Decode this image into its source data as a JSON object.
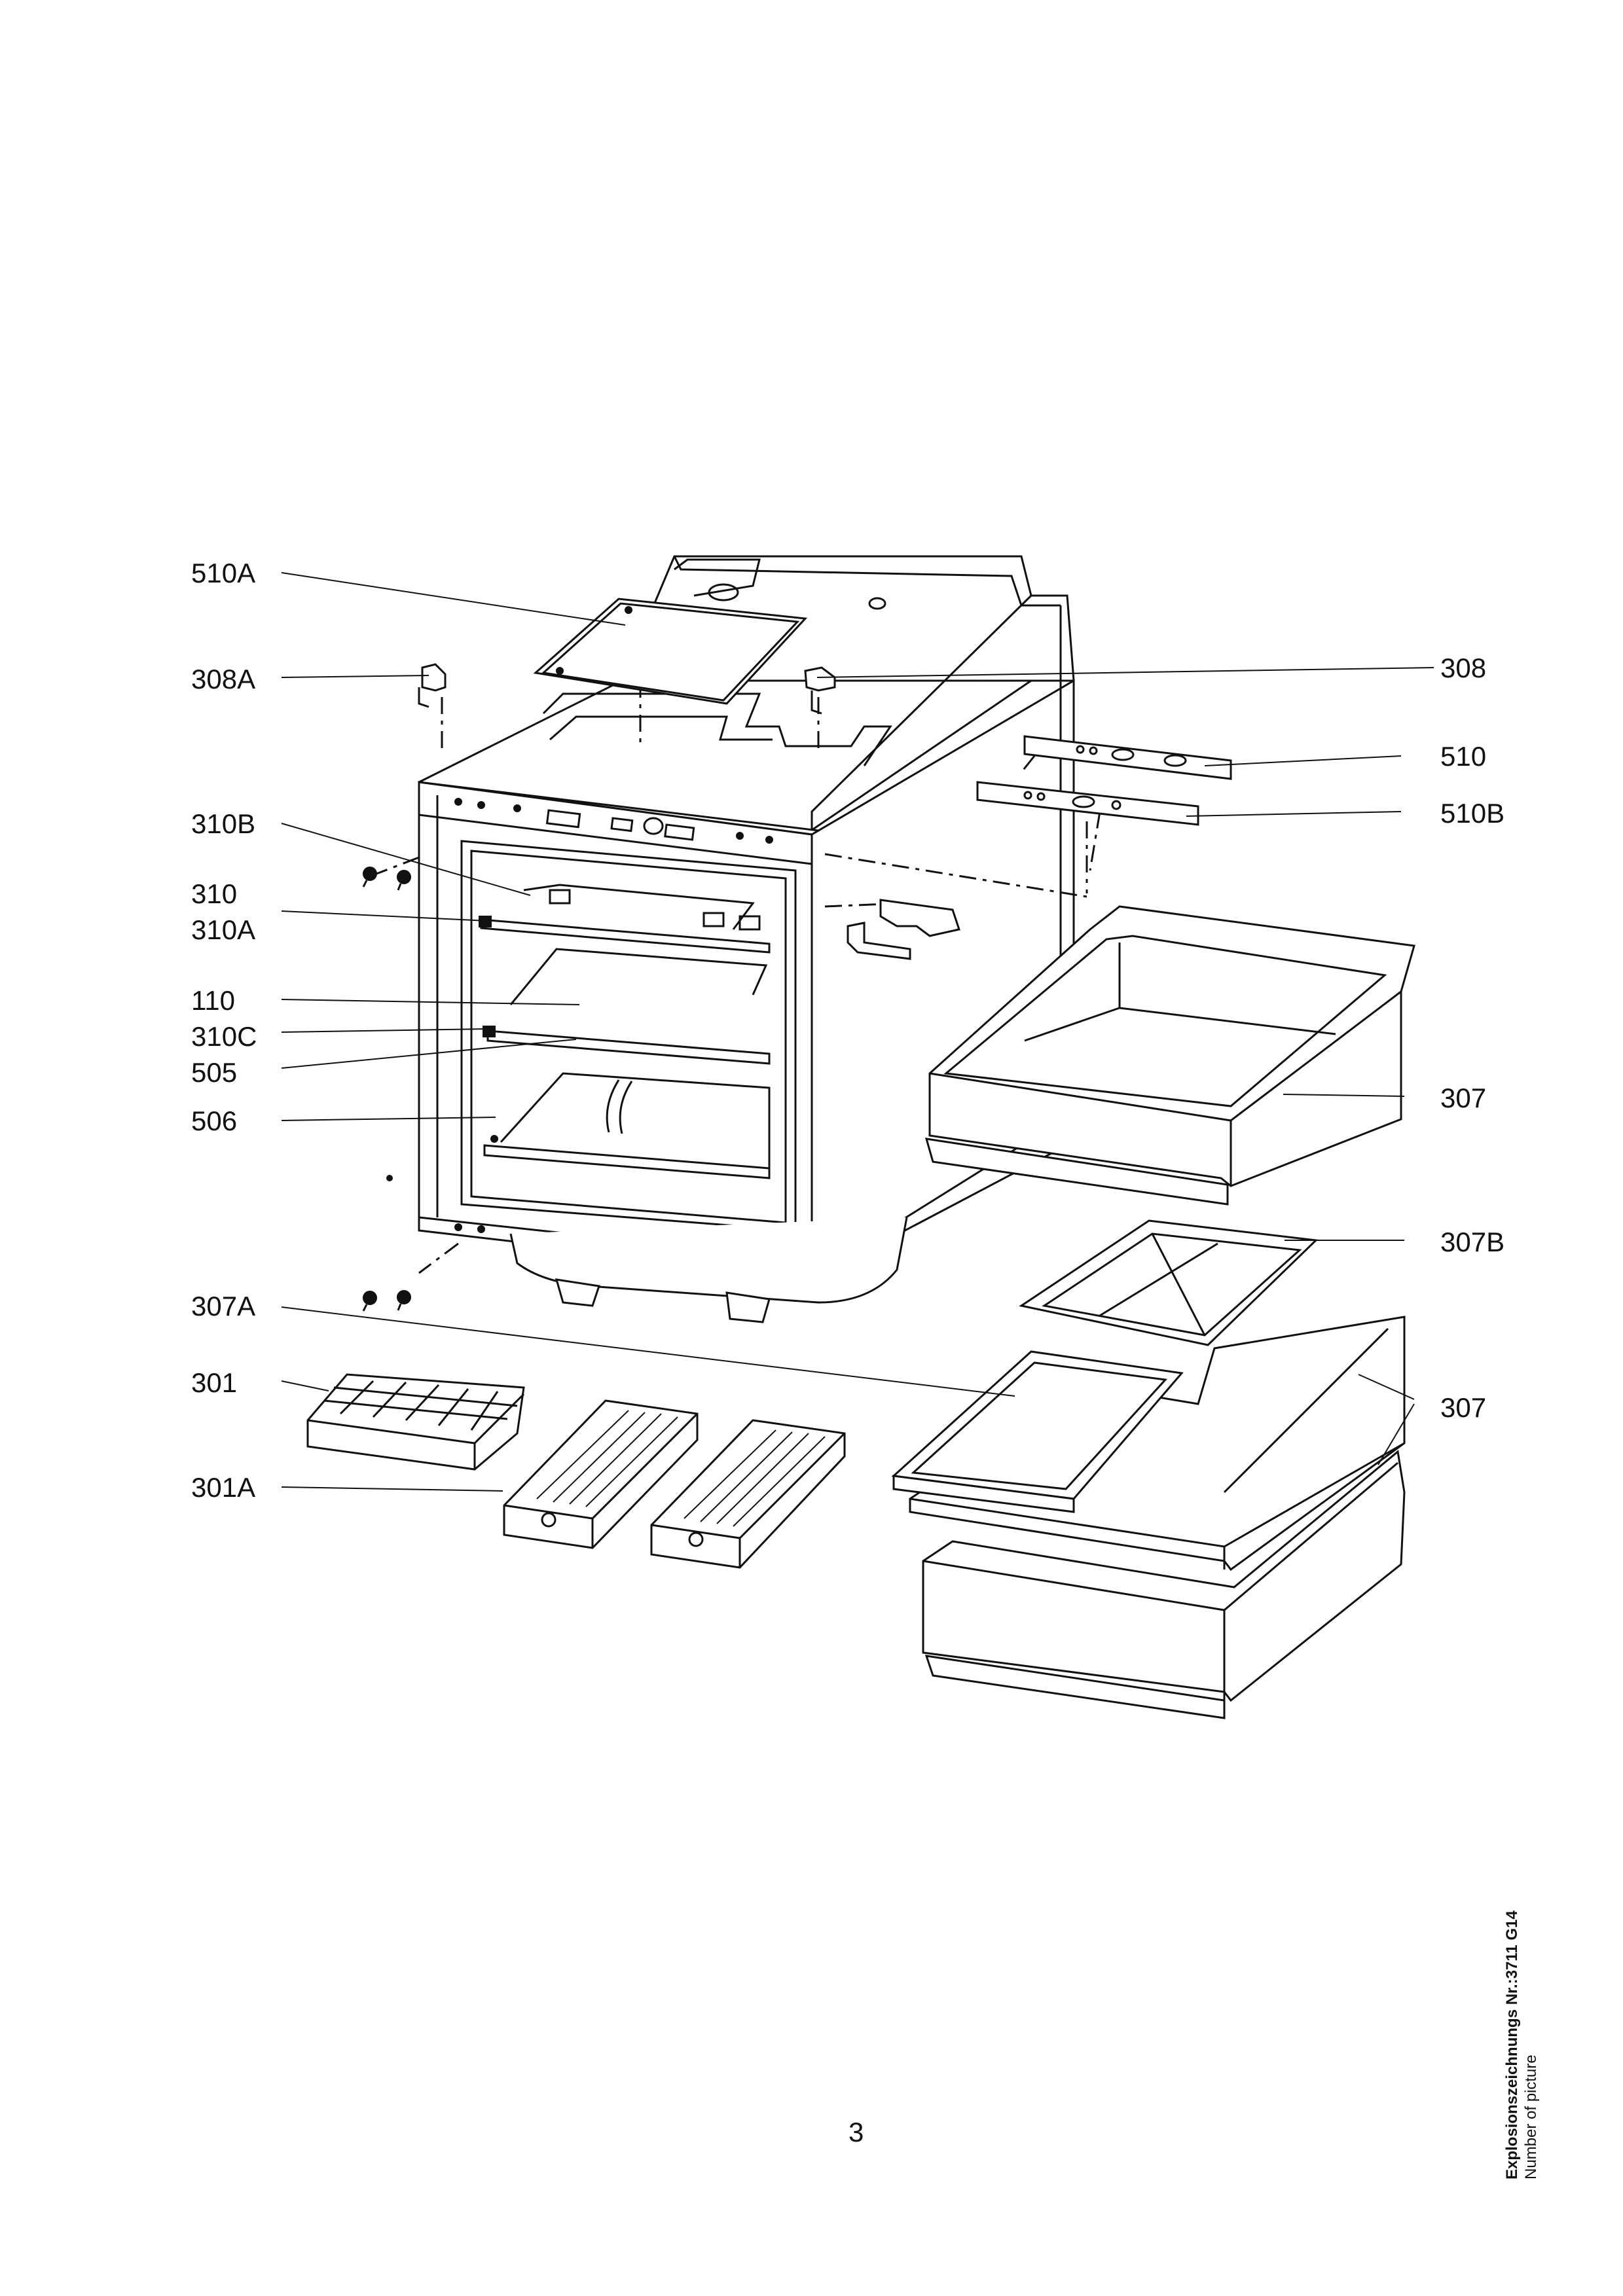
{
  "labels": {
    "l510A": "510A",
    "l308A": "308A",
    "l310B": "310B",
    "l310": "310",
    "l310A": "310A",
    "l110": "110",
    "l310C": "310C",
    "l505": "505",
    "l506": "506",
    "l307A": "307A",
    "l301": "301",
    "l301A": "301A",
    "r308": "308",
    "r510": "510",
    "r510B": "510B",
    "r307a": "307",
    "r307B": "307B",
    "r307b": "307"
  },
  "page_number": "3",
  "side_caption": {
    "line1": "Explosionszeichnungs Nr.:3711 G14",
    "line2": "Number of picture"
  }
}
